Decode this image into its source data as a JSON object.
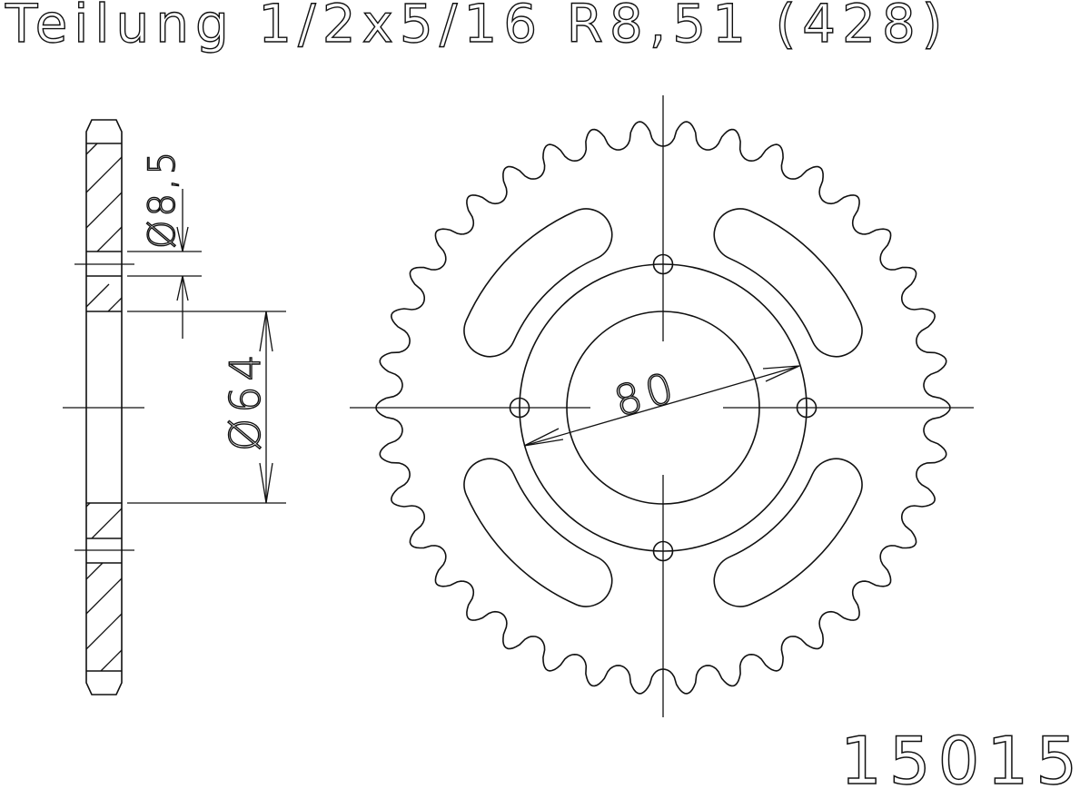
{
  "header": {
    "title": "Teilung 1/2x5/16 R8,51 (428)"
  },
  "footer": {
    "part_number": "15015"
  },
  "side_view": {
    "dimensions": {
      "bolt_hole_diameter": "Ø8,5",
      "bore_diameter": "Ø64"
    }
  },
  "front_view": {
    "teeth_count": 38,
    "dimensions": {
      "bolt_circle_diameter": "80"
    },
    "bolt_holes": 4,
    "lightening_slots": 4
  },
  "colors": {
    "line": "#111111",
    "background": "#ffffff"
  }
}
